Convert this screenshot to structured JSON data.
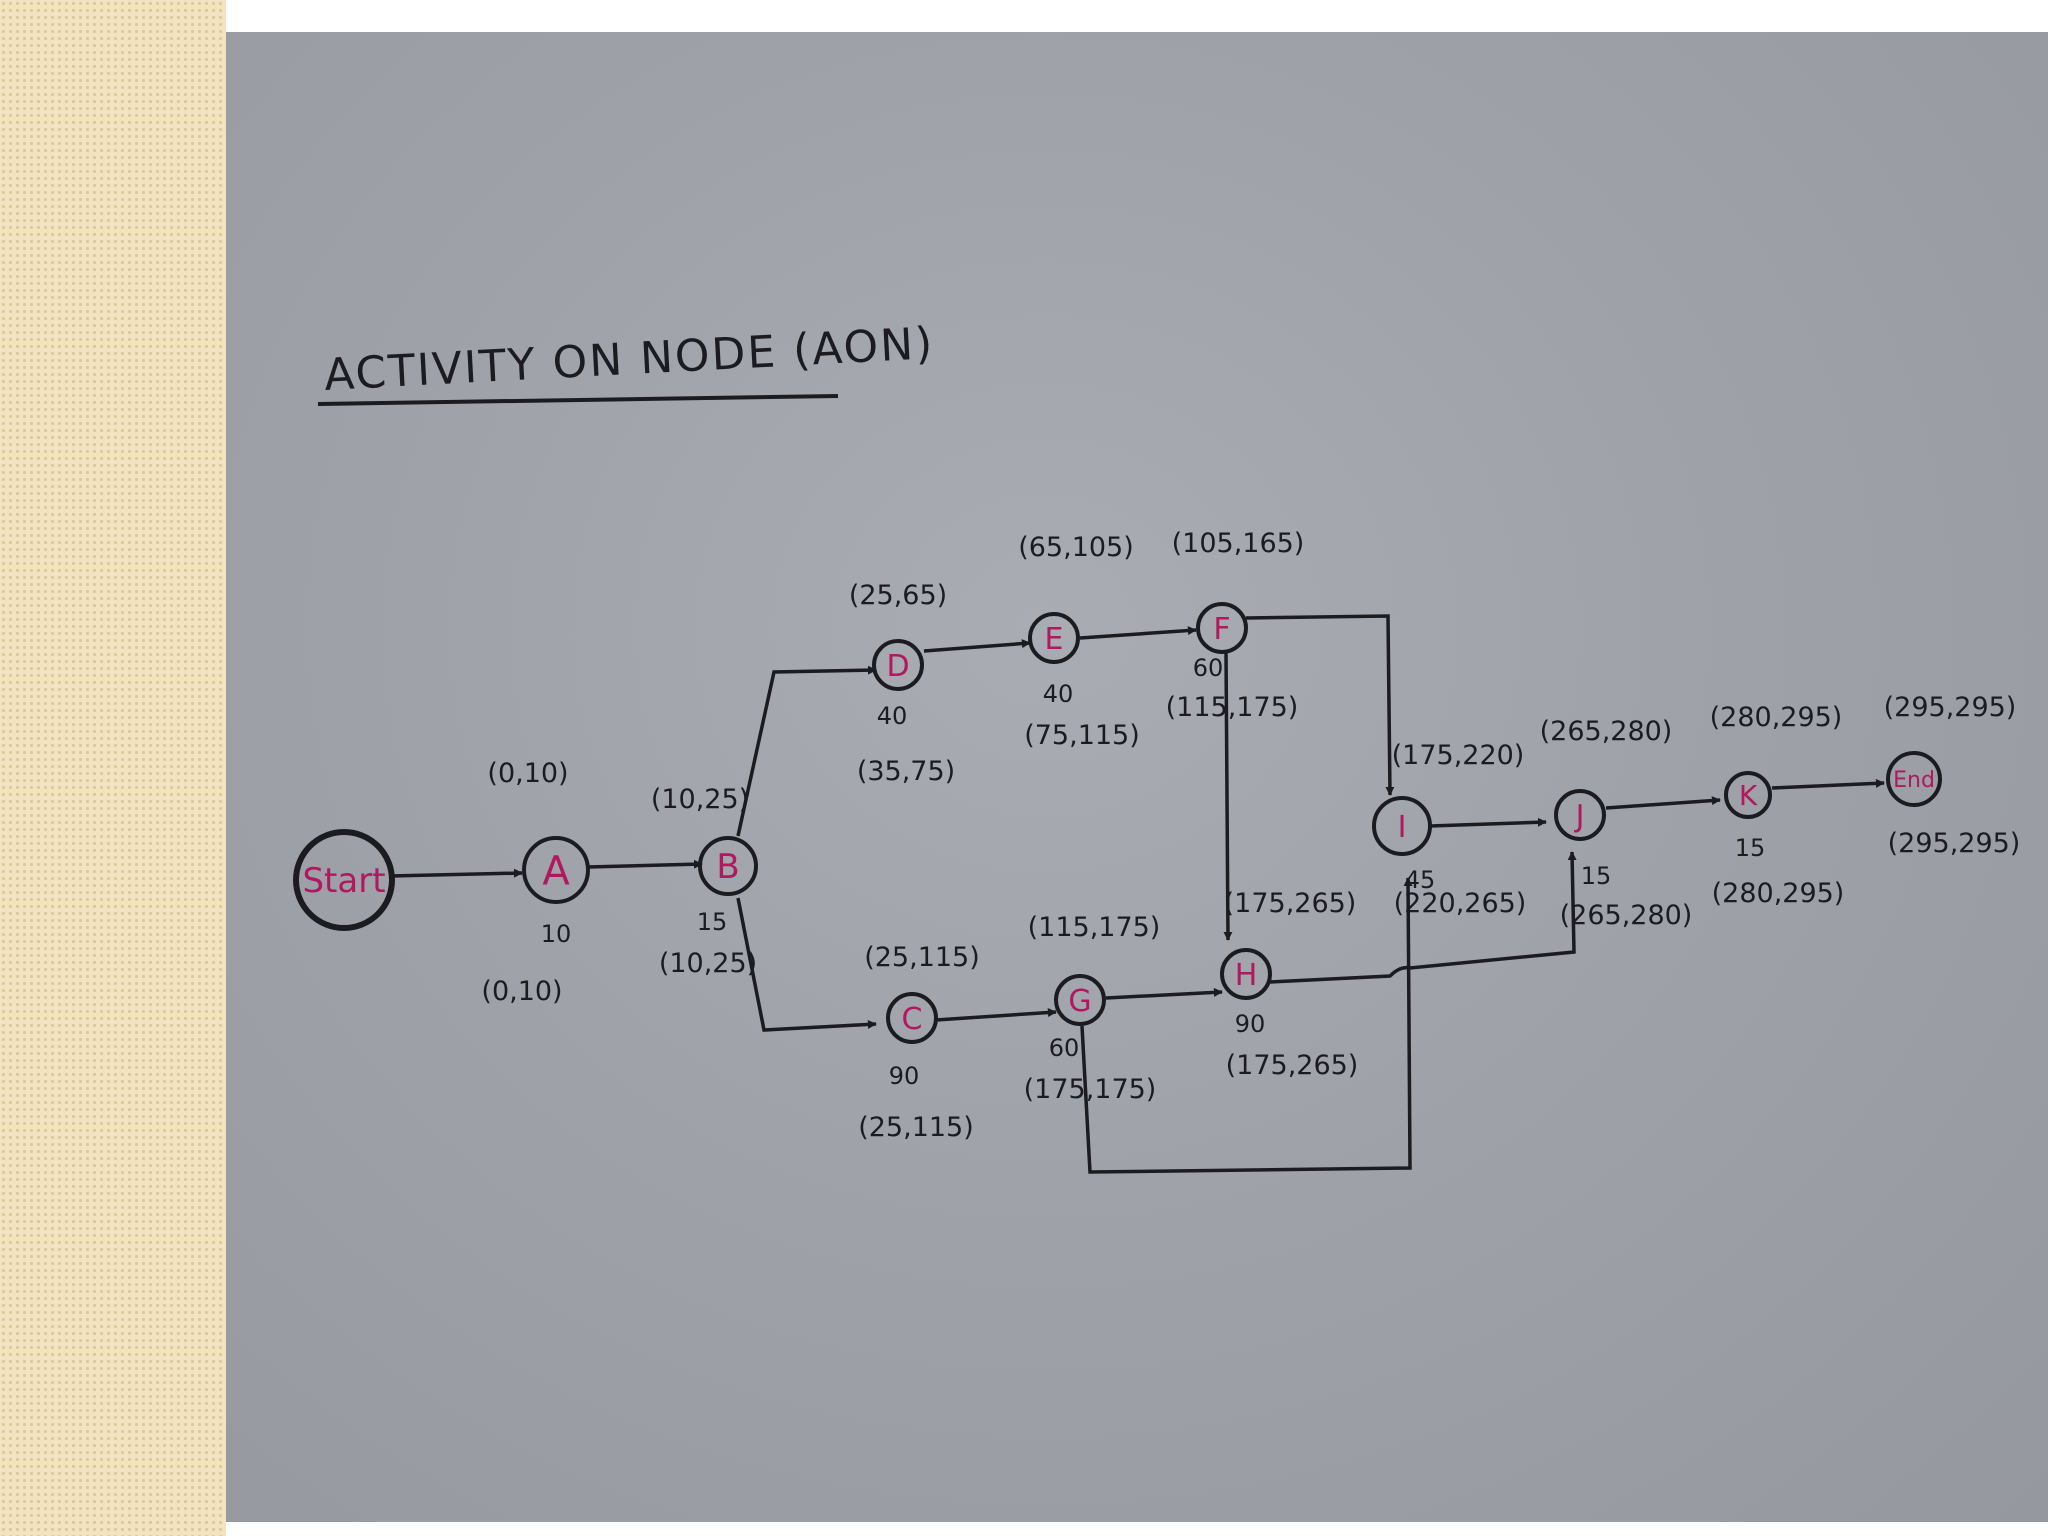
{
  "title": "ACTIVITY ON NODE (AON)",
  "nodes": [
    {
      "id": "start",
      "label": "Start"
    },
    {
      "id": "A",
      "label": "A",
      "top": "(0,10)",
      "duration": "10",
      "bottom": "(0,10)"
    },
    {
      "id": "B",
      "label": "B",
      "top": "(10,25)",
      "duration": "15",
      "bottom": "(10,25)"
    },
    {
      "id": "C",
      "label": "C",
      "top": "(25,115)",
      "duration": "90",
      "bottom": "(25,115)"
    },
    {
      "id": "D",
      "label": "D",
      "top": "(25,65)",
      "duration": "40",
      "bottom": "(35,75)"
    },
    {
      "id": "E",
      "label": "E",
      "top": "(65,105)",
      "duration": "40",
      "bottom": "(75,115)"
    },
    {
      "id": "F",
      "label": "F",
      "top": "(105,165)",
      "duration": "60",
      "bottom": "(115,175)"
    },
    {
      "id": "G",
      "label": "G",
      "top": "(115,175)",
      "duration": "60",
      "bottom": "(175,175)"
    },
    {
      "id": "H",
      "label": "H",
      "top": "(175,265)",
      "duration": "90",
      "bottom": "(175,265)"
    },
    {
      "id": "I",
      "label": "I",
      "top": "(175,220)",
      "duration": "45",
      "bottom": "(220,265)"
    },
    {
      "id": "J",
      "label": "J",
      "top": "(265,280)",
      "duration": "15",
      "bottom": "(265,280)"
    },
    {
      "id": "K",
      "label": "K",
      "top": "(280,295)",
      "duration": "15",
      "bottom": "(280,295)"
    },
    {
      "id": "end",
      "label": "End",
      "top": "(295,295)",
      "bottom": "(295,295)"
    }
  ],
  "edges": [
    [
      "start",
      "A"
    ],
    [
      "A",
      "B"
    ],
    [
      "B",
      "D"
    ],
    [
      "B",
      "C"
    ],
    [
      "D",
      "E"
    ],
    [
      "E",
      "F"
    ],
    [
      "F",
      "I"
    ],
    [
      "F",
      "H"
    ],
    [
      "C",
      "G"
    ],
    [
      "G",
      "H"
    ],
    [
      "G",
      "I"
    ],
    [
      "H",
      "J"
    ],
    [
      "I",
      "J"
    ],
    [
      "J",
      "K"
    ],
    [
      "K",
      "end"
    ]
  ],
  "colors": {
    "ink": "#1c1c20",
    "node_letter": "#b0185f",
    "paper": "#a3a6ac",
    "sidebar": "#f3e3c0"
  }
}
